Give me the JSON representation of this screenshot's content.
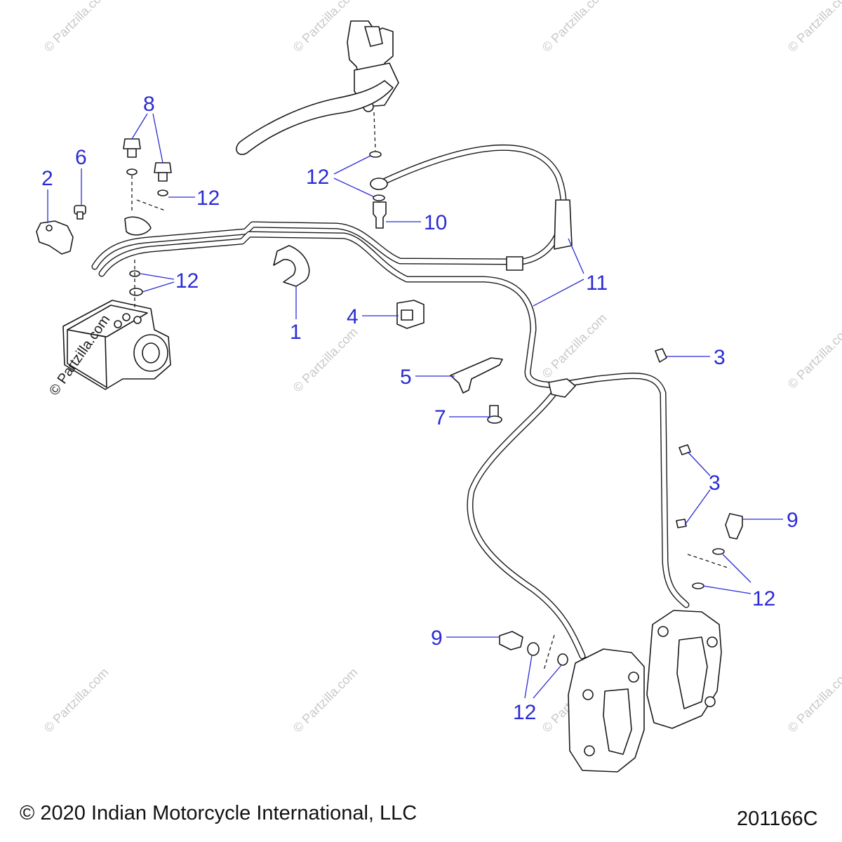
{
  "callouts": {
    "c1": "1",
    "c2": "2",
    "c3a": "3",
    "c3b": "3",
    "c4": "4",
    "c5": "5",
    "c6": "6",
    "c7": "7",
    "c8": "8",
    "c9a": "9",
    "c9b": "9",
    "c10": "10",
    "c11": "11",
    "c12a": "12",
    "c12b": "12",
    "c12c": "12",
    "c12d": "12",
    "c12e": "12"
  },
  "watermark": {
    "text": "© Partzilla.com",
    "abs_text": "© Partzilla.com"
  },
  "footer": {
    "copyright": "© 2020 Indian Motorcycle International, LLC",
    "diagram_id": "201166C"
  },
  "colors": {
    "callout": "#2b2bd6",
    "linework": "#1a1a1a",
    "watermark": "#c8c8c8"
  }
}
